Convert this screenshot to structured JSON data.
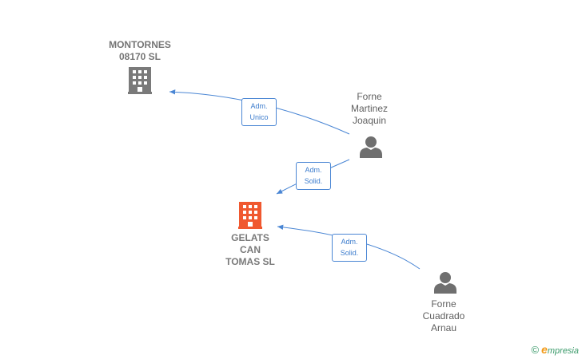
{
  "nodes": {
    "company_montornes": {
      "label": "MONTORNES\n08170  SL",
      "type": "company"
    },
    "company_gelats": {
      "label": "GELATS\nCAN\nTOMAS  SL",
      "type": "company",
      "highlight_color": "#f0582f"
    },
    "person_martinez": {
      "label": "Forne\nMartinez\nJoaquin",
      "type": "person"
    },
    "person_cuadrado": {
      "label": "Forne\nCuadrado\nArnau",
      "type": "person"
    }
  },
  "edges": [
    {
      "from": "person_martinez",
      "to": "company_montornes",
      "label": "Adm.\nUnico"
    },
    {
      "from": "person_martinez",
      "to": "company_gelats",
      "label": "Adm.\nSolid."
    },
    {
      "from": "person_cuadrado",
      "to": "company_gelats",
      "label": "Adm.\nSolid."
    }
  ],
  "colors": {
    "edge": "#4a86d4",
    "company_icon": "#7a7a7a",
    "company_icon_highlight": "#f0582f",
    "person_icon": "#6f6f6f"
  },
  "icons": {
    "company": "building-icon",
    "person": "person-icon"
  },
  "brand": {
    "copyright": "©",
    "initial": "e",
    "rest": "mpresia"
  }
}
